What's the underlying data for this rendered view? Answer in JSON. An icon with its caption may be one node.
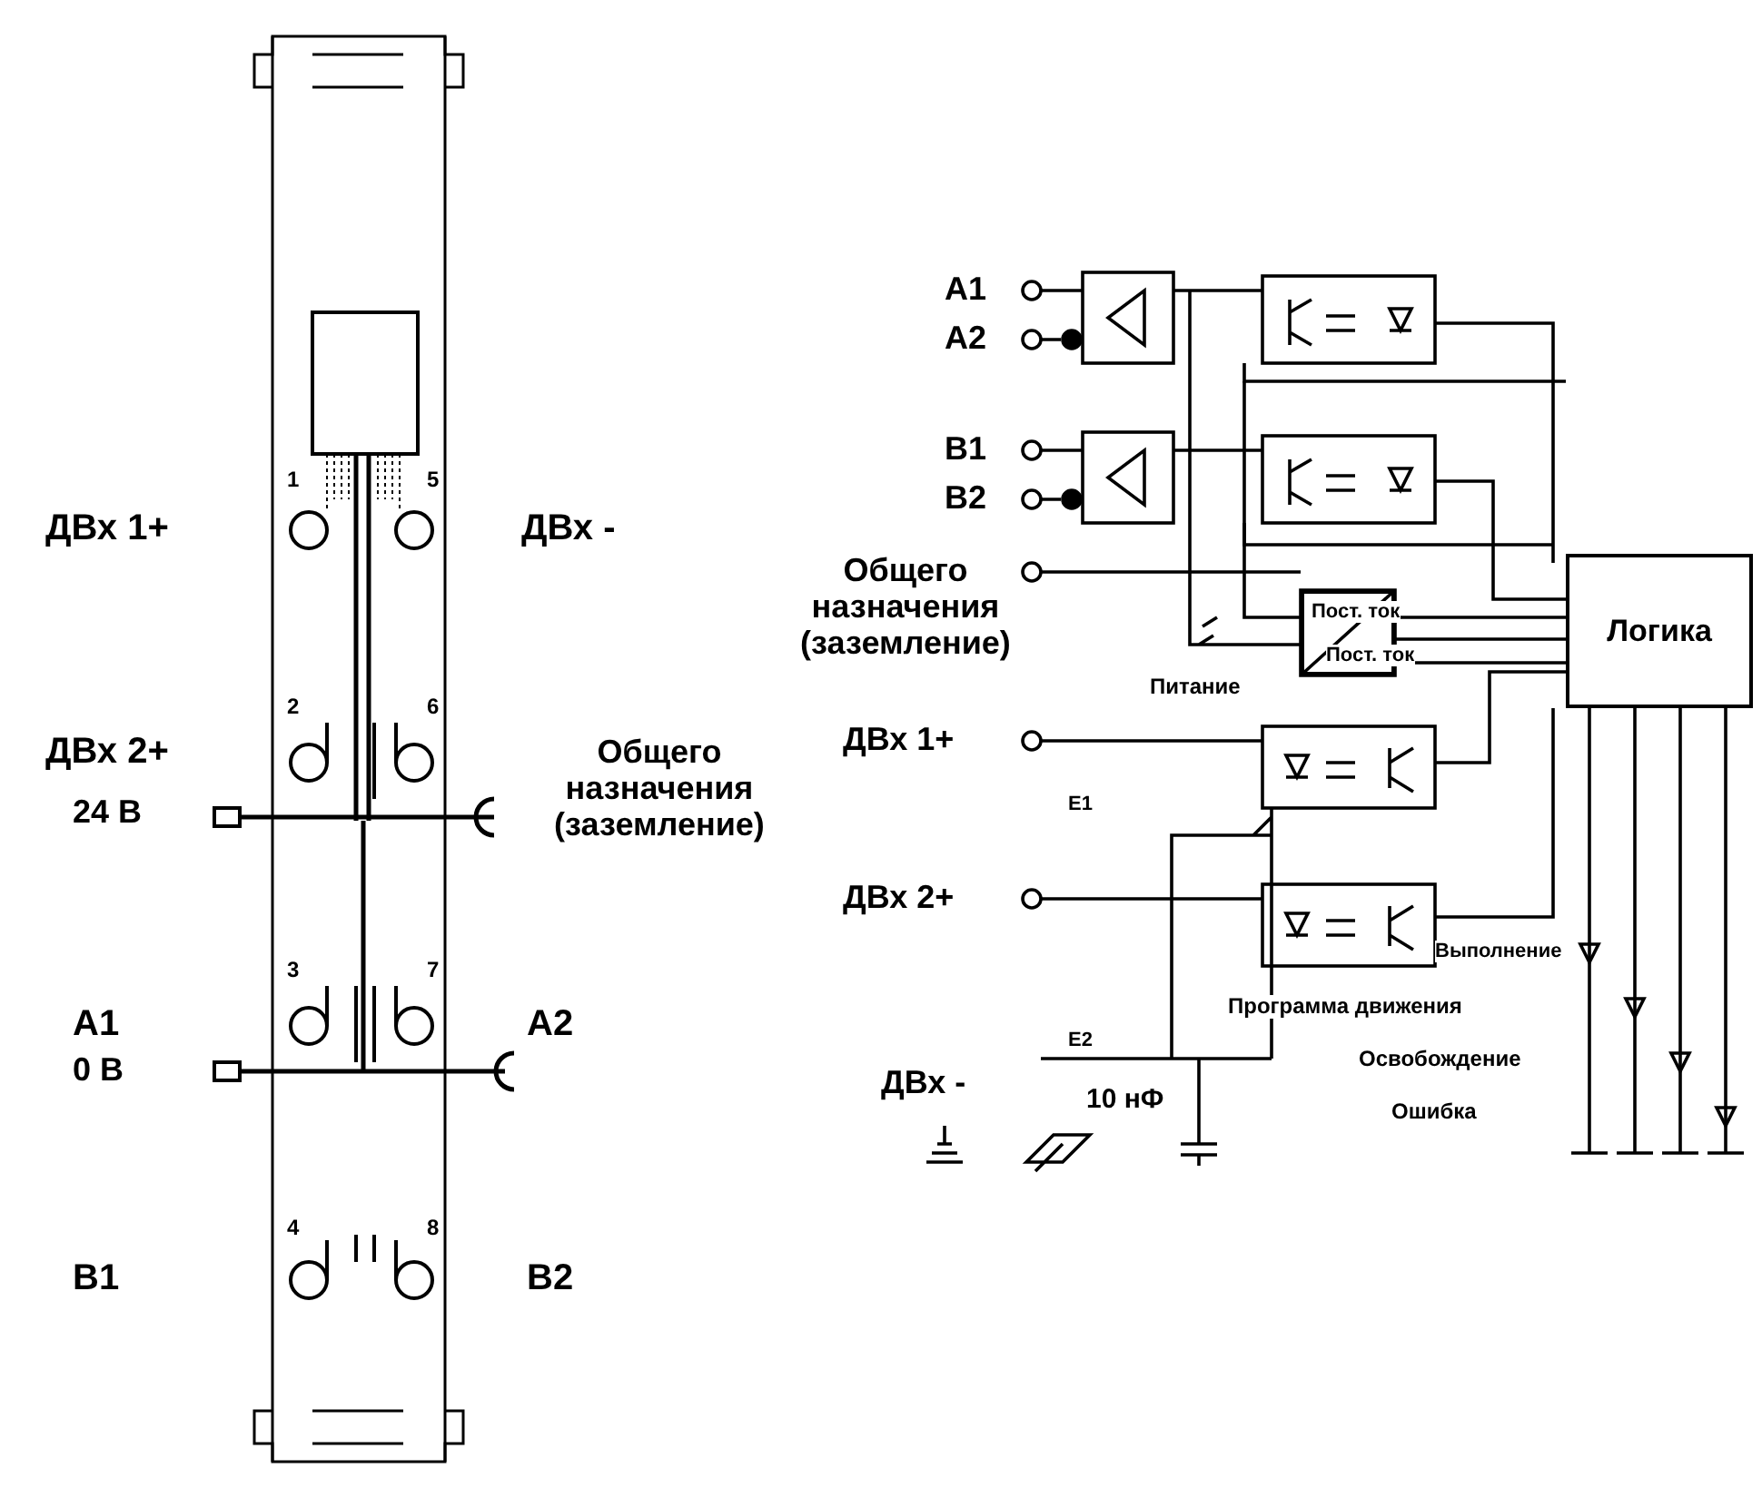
{
  "diagram": {
    "nodes": [
      {
        "text": [
          "Логика"
        ]
      },
      {
        "text": [
          "Пост. ток",
          "Пост. ток"
        ]
      }
    ],
    "edges": [
      {
        "from": 1,
        "to": 0,
        "arrow": "none"
      },
      {
        "from": 1,
        "to": 0,
        "arrow": "none"
      }
    ],
    "labels": [
      "ДВх 1+",
      "ДВх -",
      "1",
      "5",
      "ДВх 2+",
      "2",
      "6",
      "24 В",
      "Общего назначения (заземление)",
      "3",
      "7",
      "A1",
      "A2",
      "0 В",
      "4",
      "8",
      "B1",
      "B2",
      "A1",
      "A2",
      "B1",
      "B2",
      "Общего назначения (заземление)",
      "Питание",
      "ДВх 1+",
      "E1",
      "ДВх 2+",
      "E2",
      "ДВх -",
      "10 нФ",
      "Выполнение",
      "Программа движения",
      "Освобождение",
      "Ошибка"
    ]
  }
}
